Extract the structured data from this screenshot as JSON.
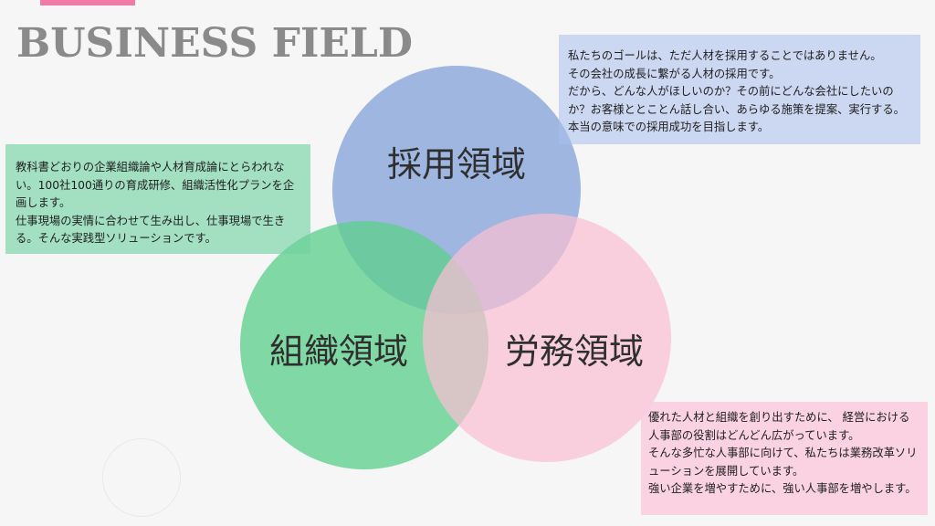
{
  "header": {
    "title": "BUSINESS FIELD"
  },
  "venn": {
    "circles": [
      {
        "label": "採用領域",
        "color": "#8eaadc"
      },
      {
        "label": "組織領域",
        "color": "#5fcf8e"
      },
      {
        "label": "労務領域",
        "color": "#f9bfd3"
      }
    ]
  },
  "notes": {
    "organization": "教科書どおりの企業組織論や人材育成論にとらわれない。100社100通りの育成研修、組織活性化プランを企画します。\n仕事現場の実情に合わせて生み出し、仕事現場で生きる。そんな実践型ソリューションです。",
    "recruitment": "私たちのゴールは、ただ人材を採用することではありません。\nその会社の成長に繋がる人材の採用です。\nだから、どんな人がほしいのか？その前にどんな会社にしたいのか？お客様ととことん話し合い、あらゆる施策を提案、実行する。本当の意味での採用成功を目指します。",
    "labor": "優れた人材と組織を創り出すために、 経営における人事部の役割はどんどん広がっています。\nそんな多忙な人事部に向けて、私たちは業務改革ソリューションを展開しています。\n強い企業を増やすために、強い人事部を増やします。"
  }
}
